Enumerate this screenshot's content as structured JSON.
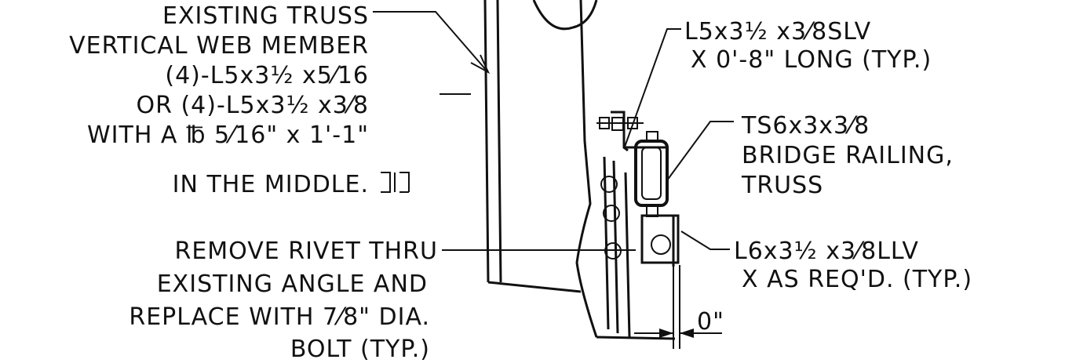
{
  "labels": {
    "existing_truss": [
      "EXISTING TRUSS",
      "VERTICAL WEB MEMBER",
      "(4)-L5x3½ x5⁄16",
      "OR (4)-L5x3½ x3⁄8",
      "WITH A ℔ 5⁄16\" x 1'-1\"",
      "IN THE MIDDLE."
    ],
    "slv_angle": [
      "L5x3½ x3⁄8SLV",
      "X 0'-8\" LONG (TYP.)"
    ],
    "ts_railing": [
      "TS6x3x3⁄8",
      "BRIDGE RAILING,",
      "TRUSS"
    ],
    "remove_rivet": [
      "REMOVE RIVET THRU",
      "EXISTING ANGLE AND",
      "REPLACE WITH 7⁄8\" DIA.",
      "BOLT (TYP.)"
    ],
    "llv_angle": [
      "L6x3½ x3⁄8LLV",
      "X AS REQ'D. (TYP.)"
    ],
    "dimension": "0\""
  }
}
